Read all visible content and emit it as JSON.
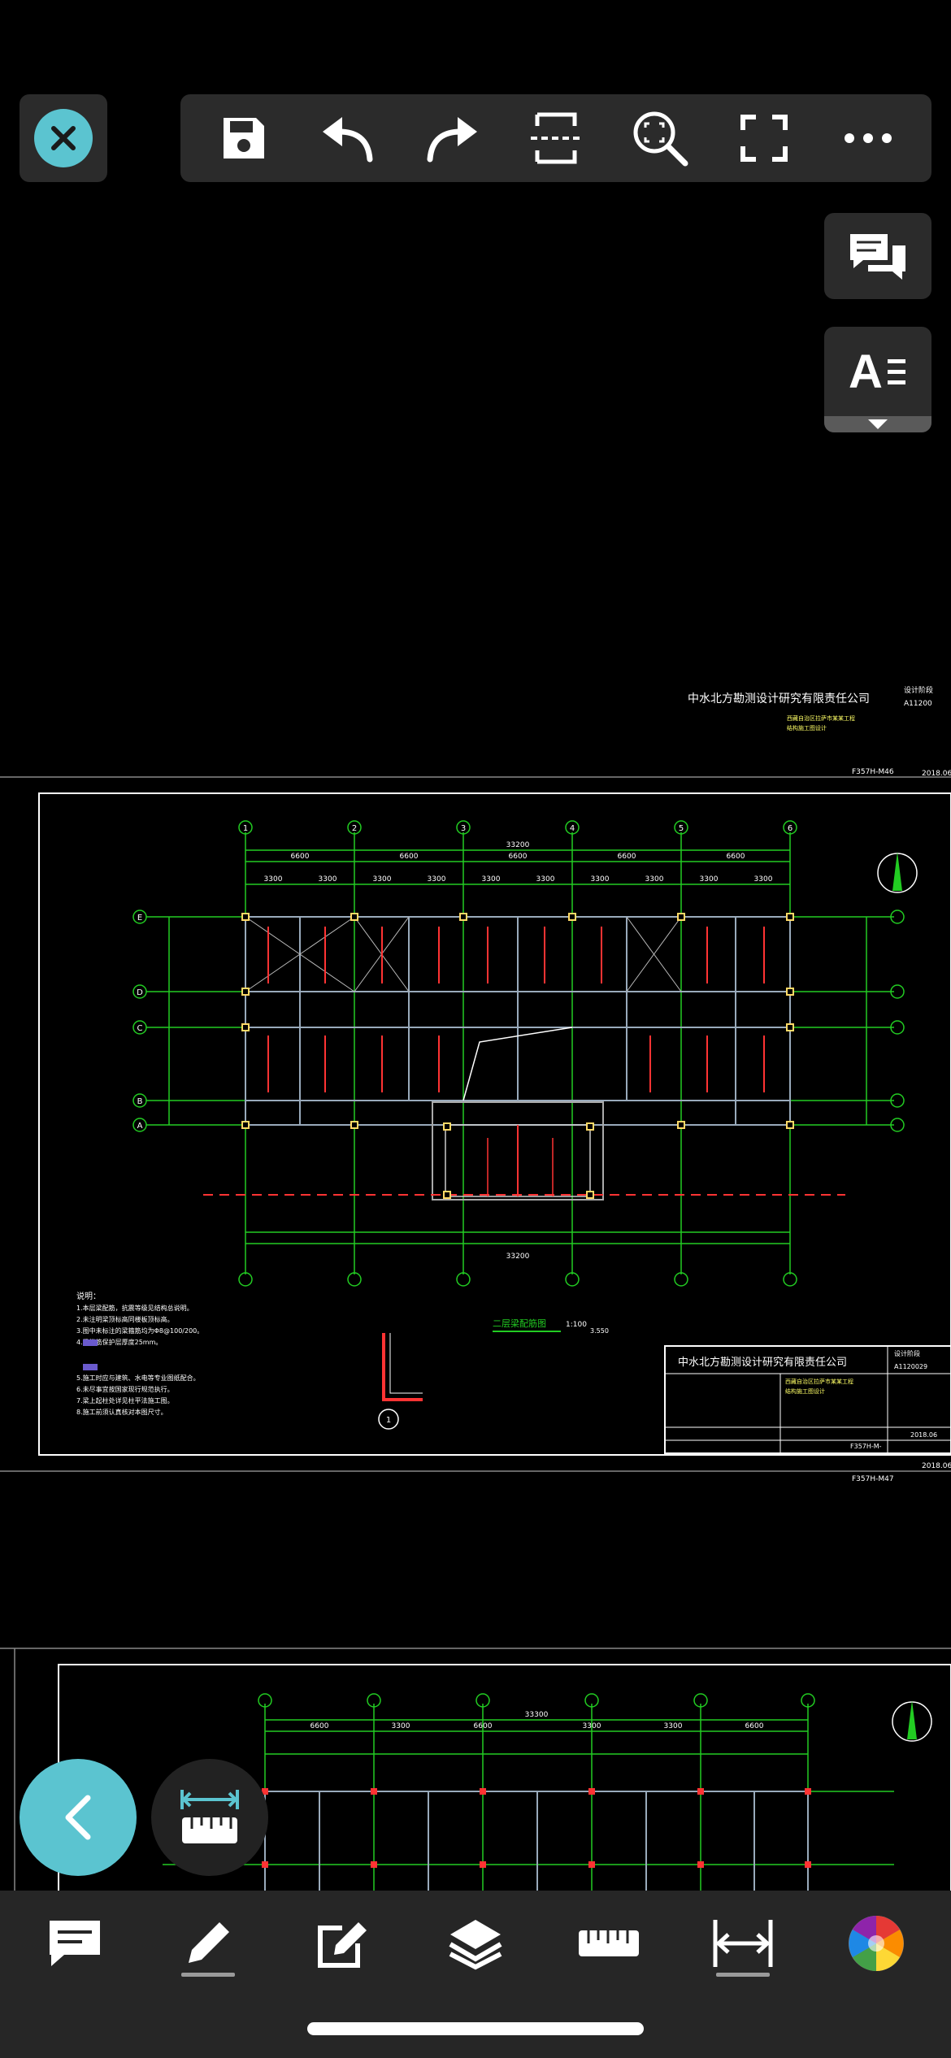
{
  "toolbar": {
    "close_icon": "close-icon",
    "items": [
      "save-icon",
      "undo-icon",
      "redo-icon",
      "split-view-icon",
      "zoom-fit-icon",
      "fullscreen-icon",
      "more-icon"
    ]
  },
  "side": {
    "comments_icon": "comments-icon",
    "text_icon": "text-style-icon",
    "text_glyph": "A"
  },
  "drawing": {
    "company": "中水北方勘测设计研究有限责任公司",
    "sheet1_code": "F357H-M46",
    "sheet1_date": "2018.06",
    "sheet1_drawing_no": "A11200",
    "sheet2_code": "F357H-M47",
    "sheet2_date": "2018.06",
    "sheet2_title": "二层梁配筋图",
    "sheet2_scale": "1:100",
    "sheet2_level": "3.550",
    "sheet2_total_dim": "33200",
    "sheet2_bay_dims": [
      "6600",
      "6600",
      "6600",
      "6600",
      "6600"
    ],
    "sheet2_sub_dims": [
      "3300",
      "3300",
      "3300",
      "3300",
      "3300",
      "3300",
      "3300",
      "3300",
      "3300",
      "3300"
    ],
    "sheet2_axes_num": [
      "1",
      "2",
      "3",
      "4",
      "5",
      "6"
    ],
    "sheet2_axes_letter": [
      "E",
      "D",
      "C",
      "B",
      "A"
    ],
    "sheet2_drawing_no": "A1120029",
    "sheet2_sheet_field": "F357H-M-",
    "notes_title": "说明：",
    "notes": [
      "1.本层梁配筋，抗震等级见结构总说明。",
      "2.未注明梁顶标高同楼板顶标高。",
      "3.图中未标注的梁箍筋均为Φ8@100/200。",
      "4.梁纵筋保护层厚度25mm。",
      "5.施工时应与建筑、水电等专业图纸配合。",
      "6.未尽事宜按国家现行规范执行。",
      "7.梁上起柱处详见柱平法施工图。",
      "8.施工前须认真核对本图尺寸。"
    ],
    "detail_label": "1",
    "sheet3_total_dim": "33300",
    "sheet3_bay_dims": [
      "6600",
      "3300",
      "6600",
      "3300",
      "3300",
      "6600"
    ]
  },
  "bottom": {
    "back_icon": "chevron-left-icon",
    "measure_icon": "measure-icon",
    "items": [
      "comment-icon",
      "pen-icon",
      "edit-note-icon",
      "layers-icon",
      "ruler-icon",
      "dimension-icon",
      "color-wheel-icon"
    ]
  }
}
